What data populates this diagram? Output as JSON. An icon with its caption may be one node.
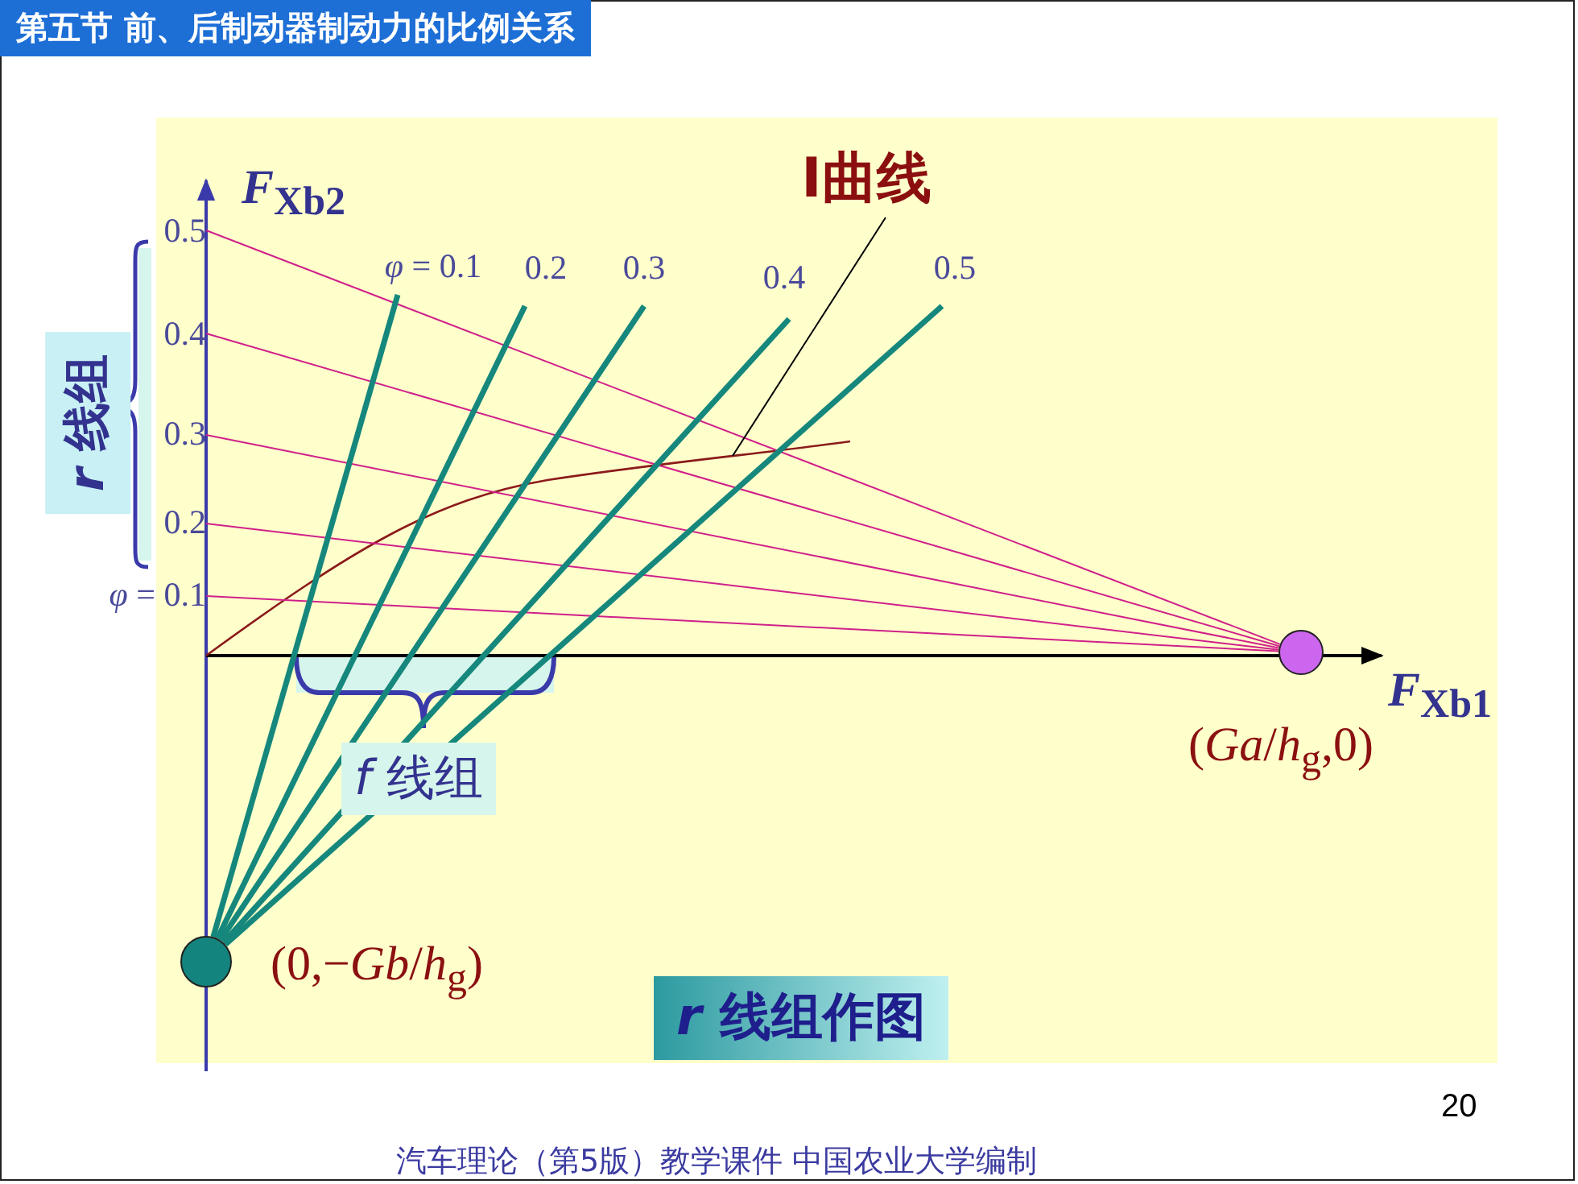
{
  "diagram": {
    "title": "第五节 前、后制动器制动力的比例关系",
    "nodes": [
      {
        "text": [
          "0.5"
        ]
      },
      {
        "text": [
          "0.4"
        ]
      },
      {
        "text": [
          "0.3"
        ]
      },
      {
        "text": [
          "0.2"
        ]
      },
      {
        "text": [
          "*φ* = 0.1"
        ]
      },
      {
        "text": [
          "*φ* = 0.1"
        ]
      },
      {
        "text": [
          "0.2"
        ]
      },
      {
        "text": [
          "0.3"
        ]
      },
      {
        "text": [
          "0.4"
        ]
      },
      {
        "text": [
          "0.5"
        ]
      },
      {
        "text": [
          "I曲线"
        ]
      },
      {
        "text": [],
        "shape": "circle",
        "beside": [
          "(*Ga*/*h*$_{g}$,0)"
        ]
      },
      {
        "text": [],
        "shape": "circle",
        "beside": [
          "(0,−*Gb*/*h*$_{g}$)"
        ]
      }
    ],
    "edges": [
      {
        "from": 0,
        "to": 11,
        "arrow": "none",
        "color": "#d0208a"
      },
      {
        "from": 1,
        "to": 11,
        "arrow": "none",
        "color": "#d0208a"
      },
      {
        "from": 2,
        "to": 11,
        "arrow": "none",
        "color": "#d0208a"
      },
      {
        "from": 3,
        "to": 11,
        "arrow": "none",
        "color": "#d0208a"
      },
      {
        "from": 4,
        "to": 11,
        "arrow": "none",
        "color": "#d0208a"
      },
      {
        "from": 12,
        "to": 5,
        "arrow": "none",
        "style": "thick",
        "color": "#16877c"
      },
      {
        "from": 12,
        "to": 6,
        "arrow": "none",
        "style": "thick",
        "color": "#16877c"
      },
      {
        "from": 12,
        "to": 7,
        "arrow": "none",
        "style": "thick",
        "color": "#16877c"
      },
      {
        "from": 12,
        "to": 8,
        "arrow": "none",
        "style": "thick",
        "color": "#16877c"
      },
      {
        "from": 12,
        "to": 9,
        "arrow": "none",
        "style": "thick",
        "color": "#16877c"
      },
      {
        "from": 10,
        "to": null,
        "arrow": "none",
        "color": "#000000"
      }
    ],
    "labels": [
      "*F*$_{Xb2}$",
      "*F*$_{Xb1}$",
      "*r* 线组",
      "*f* 线组",
      "*r* 线组作图",
      "20",
      "汽车理论（第5版）教学课件 中国农业大学编制"
    ]
  }
}
